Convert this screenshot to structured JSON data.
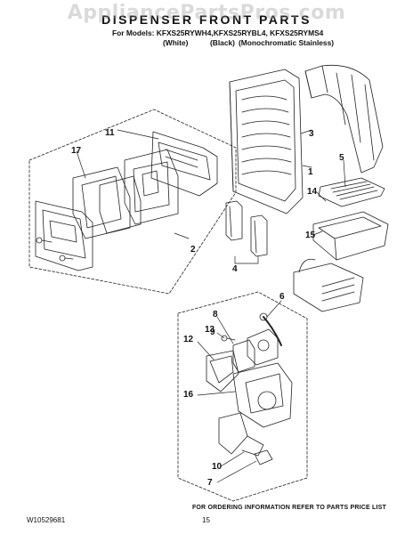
{
  "watermark": "AppliancePartsPros.com",
  "header": {
    "title": "DISPENSER FRONT PARTS",
    "models_line": "For Models: KFXS25RYWH4,KFXS25RYBL4, KFXS25RYMS4",
    "color_white": "(White)",
    "color_black": "(Black)",
    "color_stainless": "(Monochromatic Stainless)"
  },
  "callouts": [
    "1",
    "2",
    "3",
    "4",
    "5",
    "6",
    "7",
    "8",
    "9",
    "10",
    "11",
    "12",
    "13",
    "14",
    "15",
    "16",
    "17"
  ],
  "footer": {
    "ordering_note": "FOR ORDERING INFORMATION REFER TO PARTS PRICE LIST",
    "doc_number": "W10529681",
    "page_number": "15"
  }
}
